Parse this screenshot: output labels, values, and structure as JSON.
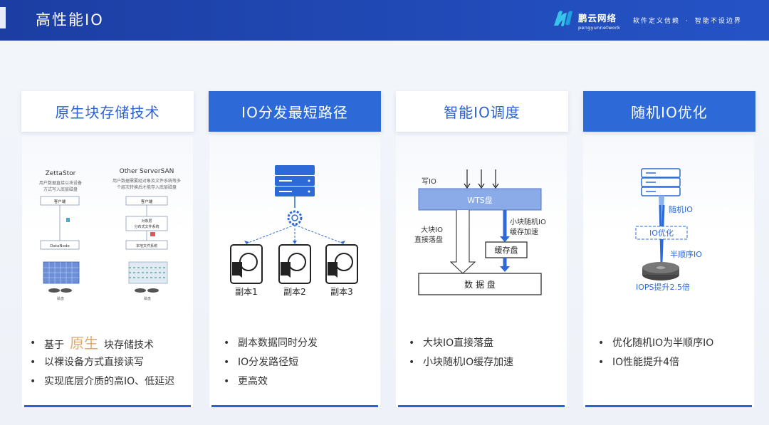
{
  "header": {
    "title": "高性能IO",
    "brand_cn": "鹏云网络",
    "brand_en": "pengyunnetwork",
    "slogan_left": "软件定义信赖",
    "slogan_sep": "·",
    "slogan_right": "智能不设边界"
  },
  "cards": [
    {
      "title": "原生块存储技术",
      "diagram": {
        "left_title": "ZettaStor",
        "left_desc1": "用户数据直接以块设备",
        "left_desc2": "方式写入底层磁盘",
        "left_box1": "客户端",
        "left_box2": "DataNode",
        "left_disk": "磁盘",
        "right_title": "Other ServerSAN",
        "right_desc1": "用户数据需要经对象及文件系统等多",
        "right_desc2": "个层次转换后才能存入底层磁盘",
        "right_box1": "客户端",
        "right_box2a": "对象层",
        "right_box2b": "分布式文件系统",
        "right_box3": "本地文件系统",
        "right_disk": "磁盘"
      },
      "bullets": {
        "b1_pre": "基于",
        "b1_hl": "原生",
        "b1_post": "块存储技术",
        "b2": "以裸设备方式直接读写",
        "b3": "实现底层介质的高IO、低延迟"
      }
    },
    {
      "title": "IO分发最短路径",
      "diagram": {
        "copy1": "副本1",
        "copy2": "副本2",
        "copy3": "副本3"
      },
      "bullets": {
        "b1": "副本数据同时分发",
        "b2": "IO分发路径短",
        "b3": "更高效"
      }
    },
    {
      "title": "智能IO调度",
      "diagram": {
        "write_io": "写IO",
        "wts": "WTS盘",
        "small_random1": "小块随机IO",
        "small_random2": "缓存加速",
        "big1": "大块IO",
        "big2": "直接落盘",
        "cache": "缓存盘",
        "data": "数 据 盘"
      },
      "bullets": {
        "b1": "大块IO直接落盘",
        "b2": "小块随机IO缓存加速"
      }
    },
    {
      "title": "随机IO优化",
      "diagram": {
        "random_io": "随机IO",
        "io_opt": "IO优化",
        "semi_seq": "半顺序IO",
        "iops": "IOPS提升2.5倍"
      },
      "bullets": {
        "b1": "优化随机IO为半顺序IO",
        "b2": "IO性能提升4倍"
      }
    }
  ]
}
